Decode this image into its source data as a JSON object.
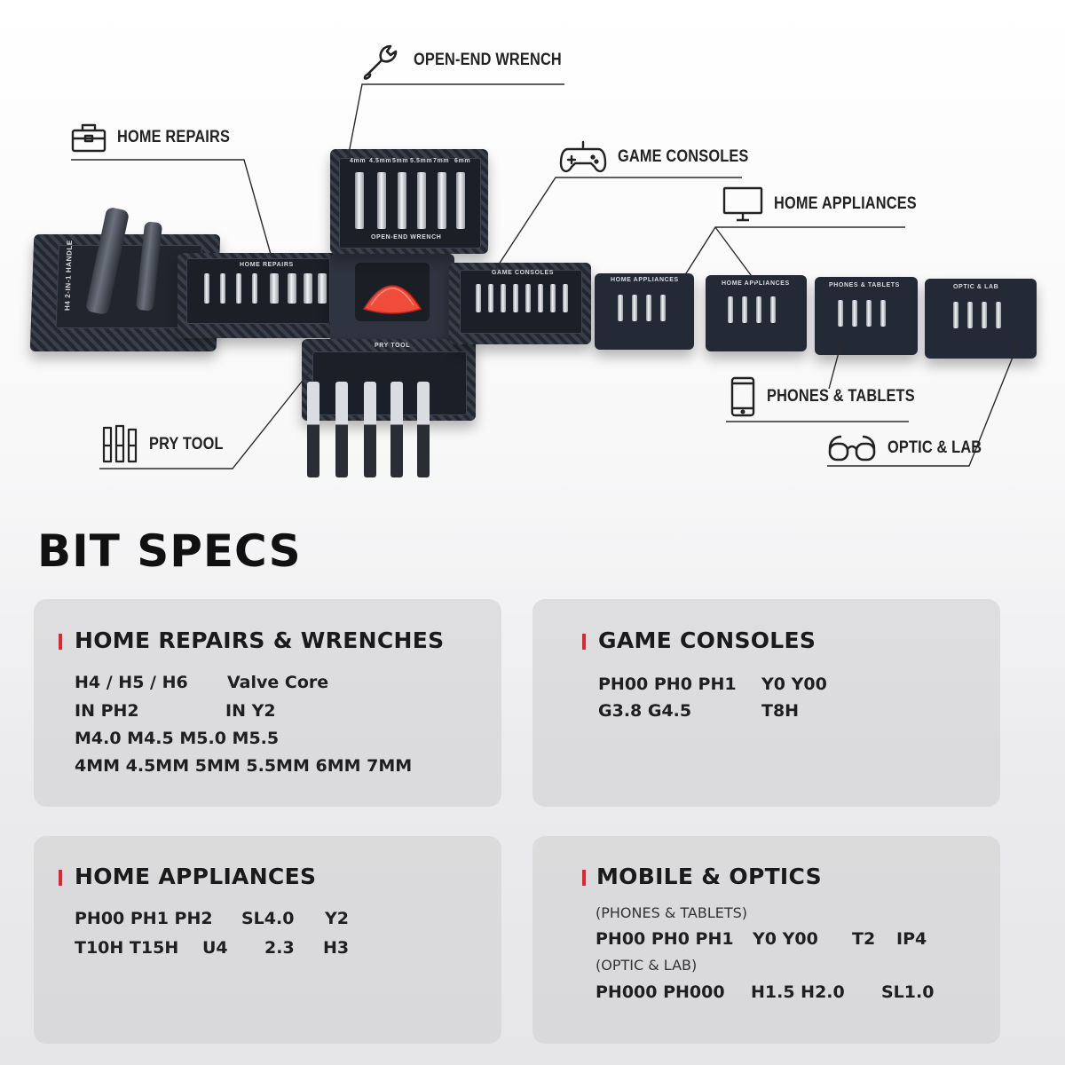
{
  "callouts": {
    "open_end_wrench": "OPEN-END WRENCH",
    "home_repairs": "HOME REPAIRS",
    "game_consoles": "GAME CONSOLES",
    "home_appliances": "HOME APPLIANCES",
    "pry_tool": "PRY TOOL",
    "phones_tablets": "PHONES & TABLETS",
    "optic_lab": "OPTIC & LAB"
  },
  "tool": {
    "handle_label": "H4 2-IN-1 HANDLE",
    "trays": {
      "home_repairs": "HOME REPAIRS",
      "open_end_wrench": "OPEN-END WRENCH",
      "game_consoles": "GAME CONSOLES",
      "home_appliances_1": "HOME APPLIANCES",
      "home_appliances_2": "HOME APPLIANCES",
      "phones_tablets": "PHONES & TABLETS",
      "optic_lab": "OPTIC & LAB",
      "pry_tool": "PRY TOOL"
    },
    "wrench_sizes": [
      "4mm",
      "4.5mm",
      "5mm",
      "5.5mm",
      "7mm",
      "6mm"
    ]
  },
  "section_title": "BIT SPECS",
  "cards": {
    "home_repairs": {
      "title": "HOME REPAIRS & WRENCHES",
      "row1a": "H4 / H5 / H6",
      "row1b": "Valve Core",
      "row2a": "IN PH2",
      "row2b": "IN Y2",
      "row3": "M4.0 M4.5 M5.0 M5.5",
      "row4": "4MM 4.5MM 5MM 5.5MM 6MM 7MM"
    },
    "game_consoles": {
      "title": "GAME CONSOLES",
      "row1a": "PH00 PH0 PH1",
      "row1b": "Y0 Y00",
      "row2a": "G3.8 G4.5",
      "row2b": "T8H"
    },
    "home_appliances": {
      "title": "HOME APPLIANCES",
      "row1a": "PH00 PH1 PH2",
      "row1b": "SL4.0",
      "row1c": "Y2",
      "row2a": "T10H T15H",
      "row2b": "U4",
      "row2c": "2.3",
      "row2d": "H3"
    },
    "mobile_optics": {
      "title": "MOBILE & OPTICS",
      "sub1": "(PHONES & TABLETS)",
      "row1a": "PH00 PH0 PH1",
      "row1b": "Y0 Y00",
      "row1c": "T2",
      "row1d": "IP4",
      "sub2": "(OPTIC & LAB)",
      "row2a": "PH000 PH000",
      "row2b": "H1.5 H2.0",
      "row2c": "SL1.0"
    }
  }
}
